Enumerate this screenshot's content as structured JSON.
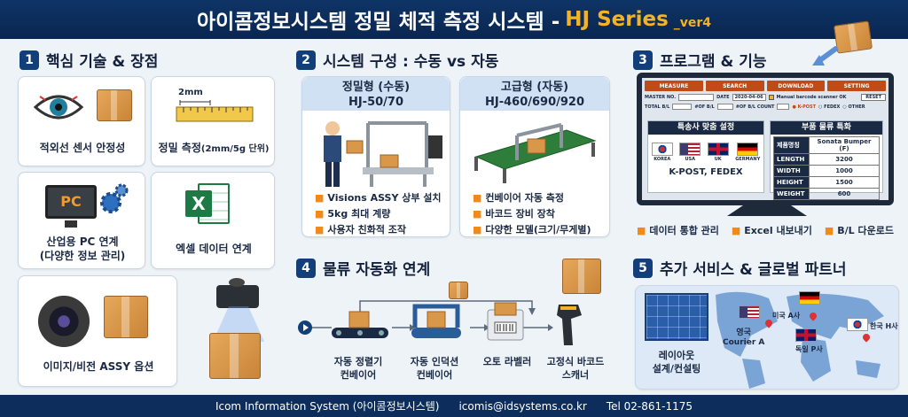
{
  "header": {
    "title_kr": "아이콤정보시스템 정밀 체적 측정 시스템 -",
    "title_series": "HJ Series",
    "title_ver": "_ver4"
  },
  "sec1": {
    "num": "1",
    "title": "핵심 기술 & 장점",
    "cards": {
      "infrared": "적외선 센서 안정성",
      "precision": "정밀 측정",
      "precision_small": "(2mm/5g 단위)",
      "ruler_mark": "2mm",
      "pc_label_1": "산업용 PC 연계",
      "pc_label_2": "(다양한 정보 관리)",
      "pc_icon_text": "PC",
      "excel_icon_text": "X",
      "excel": "엑셀 데이터 연계",
      "vision": "이미지/비전 ASSY 옵션"
    }
  },
  "sec2": {
    "num": "2",
    "title": "시스템 구성 : 수동 vs 자동",
    "manual": {
      "name": "정밀형 (수동)",
      "model": "HJ-50/70",
      "bullets": [
        "Visions ASSY 상부 설치",
        "5kg 최대 계량",
        "사용자 친화적 조작"
      ]
    },
    "auto": {
      "name": "고급형 (자동)",
      "model": "HJ-460/690/920",
      "bullets": [
        "컨베이어 자동 측정",
        "바코드 장비 장착",
        "다양한 모델(크기/무게별)"
      ]
    }
  },
  "sec3": {
    "num": "3",
    "title": "프로그램 & 기능",
    "screen": {
      "tabs": [
        "MEASURE",
        "SEARCH",
        "DOWNLOAD",
        "SETTING"
      ],
      "master_no": "MASTER NO.",
      "date_label": "DATE",
      "date_value": "2020-04-06",
      "scanner": "Manual barcode scanner OK",
      "reset": "RESET",
      "total_bl": "TOTAL B/L",
      "ap_bl": "#OF B/L",
      "ap_bl_count": "#OF B/L COUNT",
      "radio_1": "K-POST",
      "radio_2": "FEDEX",
      "radio_3": "OTHER",
      "courier_title": "특송사 맞춤 설정",
      "flags": [
        "KOREA",
        "USA",
        "UK",
        "GERMANY"
      ],
      "courier_names": "K-POST, FEDEX",
      "parts_title": "부품 물류 특화",
      "parts_rows": [
        [
          "제품명칭",
          "Sonata Bumper (F)"
        ],
        [
          "LENGTH",
          "3200"
        ],
        [
          "WIDTH",
          "1000"
        ],
        [
          "HEIGHT",
          "1500"
        ],
        [
          "WEIGHT",
          "600"
        ]
      ]
    },
    "features": [
      "데이터 통합 관리",
      "Excel 내보내기",
      "B/L 다운로드"
    ]
  },
  "sec4": {
    "num": "4",
    "title": "물류 자동화 연계",
    "steps": [
      {
        "l1": "자동 정렬기",
        "l2": "컨베이어"
      },
      {
        "l1": "자동 인덕션",
        "l2": "컨베이어"
      },
      {
        "l1": "오토 라벨러",
        "l2": ""
      },
      {
        "l1": "고정식 바코드",
        "l2": "스캐너"
      }
    ]
  },
  "sec5": {
    "num": "5",
    "title": "추가 서비스 & 글로벌 파트너",
    "layout_1": "레이아웃",
    "layout_2": "설계/컨설팅",
    "partners": {
      "us": "미국 A사",
      "uk_1": "영국",
      "uk_2": "Courier A",
      "de": "독일 P사",
      "kr": "한국 H사"
    }
  },
  "footer": {
    "company": "Icom Information System (아이콤정보시스템)",
    "email": "icomis@idsystems.co.kr",
    "tel": "Tel 02-861-1175"
  },
  "colors": {
    "navy": "#0e3466",
    "accent": "#f4b324",
    "orange": "#f08a1c"
  }
}
